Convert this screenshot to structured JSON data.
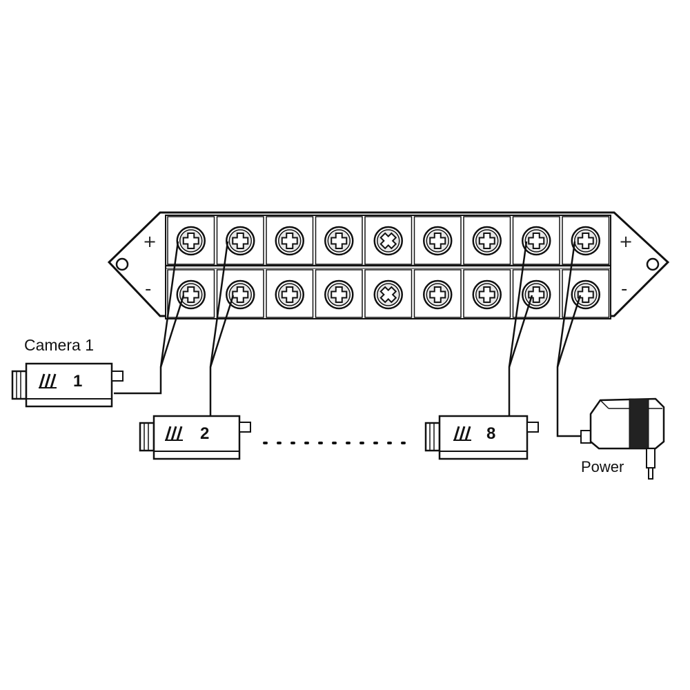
{
  "terminal_block": {
    "plus_symbol": "+",
    "minus_symbol": "-",
    "positions": 9,
    "crossed_position_index": 4
  },
  "cameras": [
    {
      "label": "Camera 1",
      "number": "1"
    },
    {
      "label": "",
      "number": "2"
    },
    {
      "label": "",
      "number": "8"
    }
  ],
  "power": {
    "label": "Power"
  },
  "colors": {
    "line": "#111111",
    "fill": "#ffffff",
    "shade": "#e8e8e8",
    "adapter_band": "#222222"
  }
}
